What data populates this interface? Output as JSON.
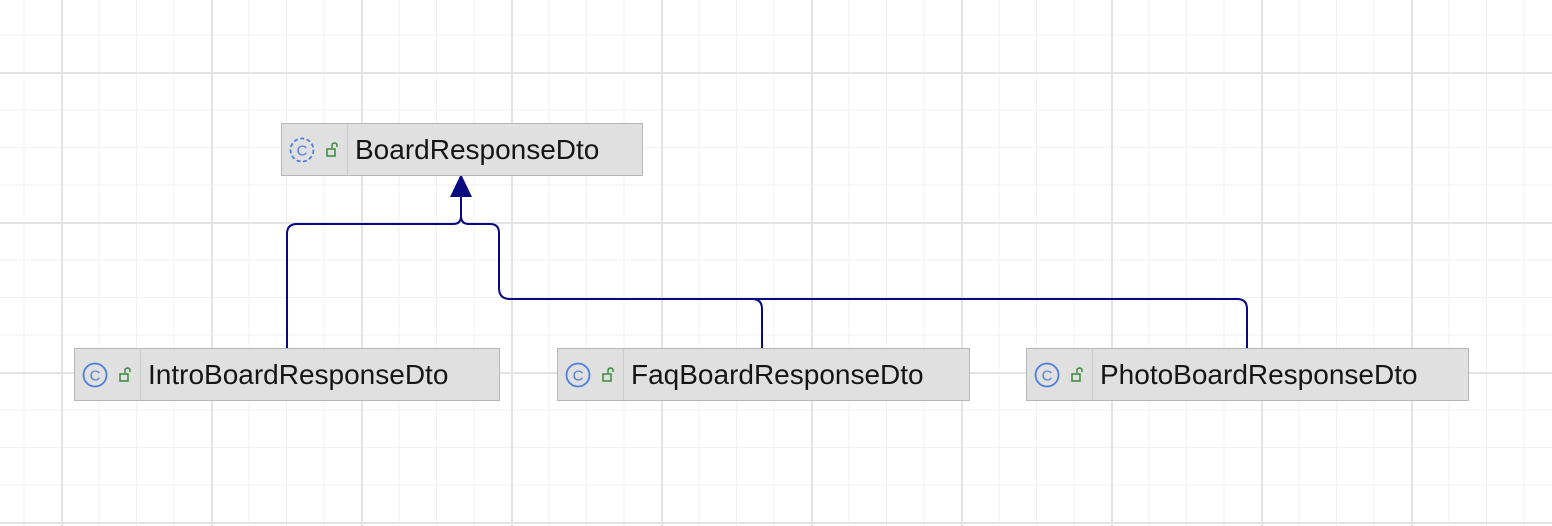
{
  "diagram": {
    "parent": {
      "name": "BoardResponseDto",
      "kind_icon": "abstract-class-icon",
      "access_icon": "public-lock-icon"
    },
    "children": [
      {
        "name": "IntroBoardResponseDto",
        "kind_icon": "class-icon",
        "access_icon": "public-lock-icon"
      },
      {
        "name": "FaqBoardResponseDto",
        "kind_icon": "class-icon",
        "access_icon": "public-lock-icon"
      },
      {
        "name": "PhotoBoardResponseDto",
        "kind_icon": "class-icon",
        "access_icon": "public-lock-icon"
      }
    ],
    "relation": "extends",
    "colors": {
      "edge": "#0a0a80",
      "node_fill": "#e0e0e0",
      "node_border": "#b7b7b7",
      "class_icon": "#4a7fe0",
      "lock_icon": "#3a8a3a"
    }
  }
}
